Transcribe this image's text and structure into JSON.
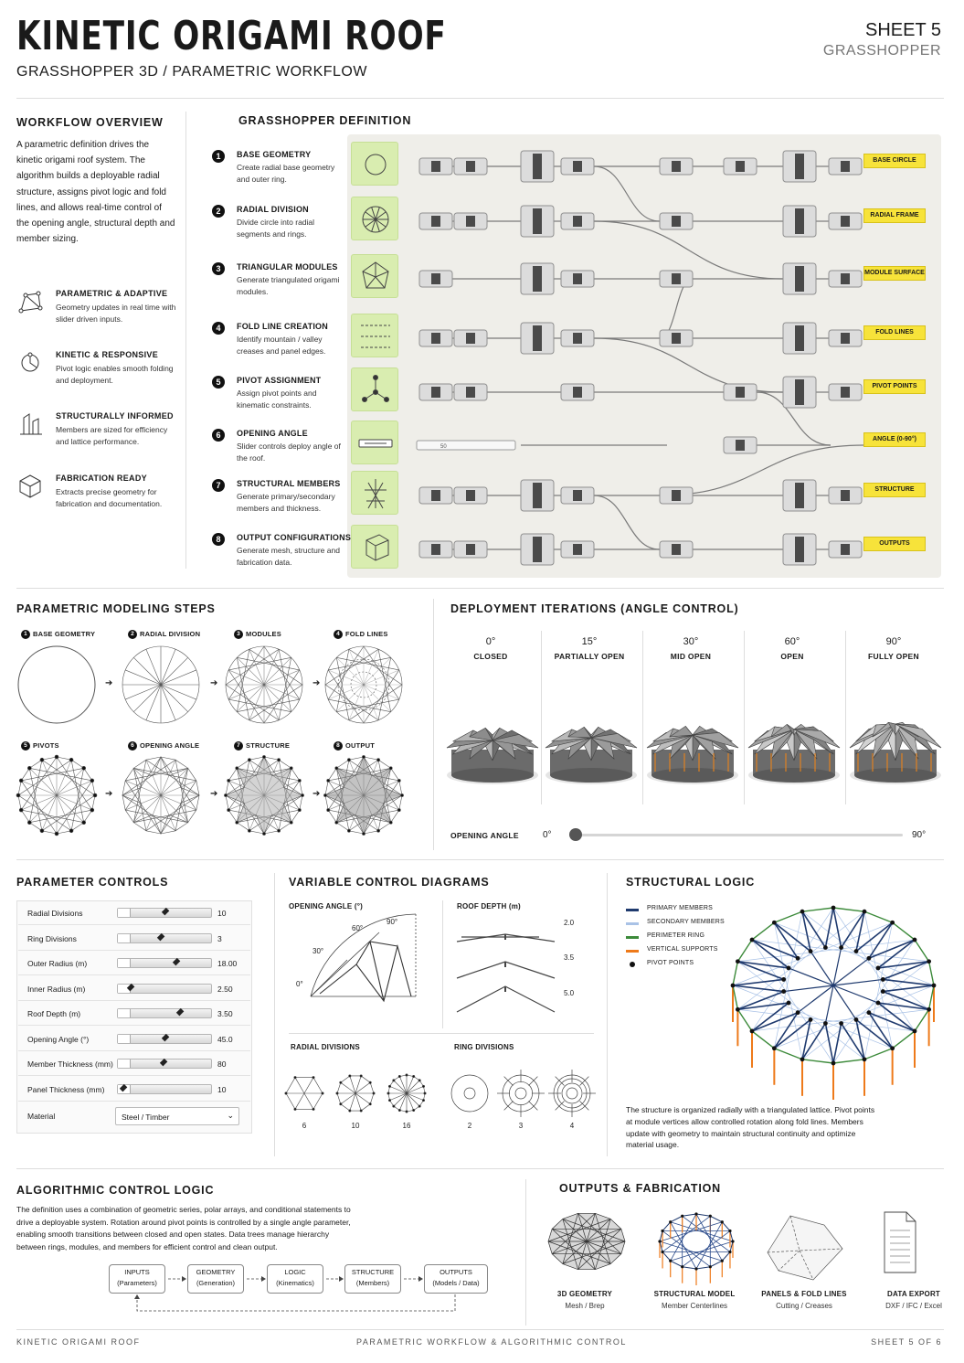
{
  "header": {
    "title": "KINETIC ORIGAMI ROOF",
    "subtitle": "GRASSHOPPER 3D / PARAMETRIC WORKFLOW",
    "sheet": "SHEET 5",
    "sheet_sub": "GRASSHOPPER"
  },
  "workflow": {
    "title": "WORKFLOW OVERVIEW",
    "intro": "A parametric definition drives the kinetic origami roof system. The algorithm builds a deployable radial structure, assigns pivot logic and fold lines, and allows real-time control of the opening angle, structural depth and member sizing.",
    "features": [
      {
        "title": "PARAMETRIC & ADAPTIVE",
        "desc": "Geometry updates in real time with slider driven inputs.",
        "icon": "parametric-icon"
      },
      {
        "title": "KINETIC & RESPONSIVE",
        "desc": "Pivot logic enables smooth folding and deployment.",
        "icon": "kinetic-icon"
      },
      {
        "title": "STRUCTURALLY INFORMED",
        "desc": "Members are sized for efficiency and lattice performance.",
        "icon": "structure-icon"
      },
      {
        "title": "FABRICATION READY",
        "desc": "Extracts precise geometry for fabrication and documentation.",
        "icon": "fabrication-icon"
      }
    ]
  },
  "gh": {
    "title": "GRASSHOPPER DEFINITION",
    "slider_value": "50",
    "steps": [
      {
        "num": "1",
        "title": "BASE GEOMETRY",
        "desc": "Create radial base geometry and outer ring.",
        "output": "BASE CIRCLE",
        "icon": "circle-icon"
      },
      {
        "num": "2",
        "title": "RADIAL DIVISION",
        "desc": "Divide circle into radial segments and rings.",
        "output": "RADIAL FRAME",
        "icon": "radial-icon"
      },
      {
        "num": "3",
        "title": "TRIANGULAR MODULES",
        "desc": "Generate triangulated origami modules.",
        "output": "MODULE SURFACE",
        "icon": "triangle-icon"
      },
      {
        "num": "4",
        "title": "FOLD LINE CREATION",
        "desc": "Identify mountain / valley creases and panel edges.",
        "output": "FOLD LINES",
        "icon": "fold-icon"
      },
      {
        "num": "5",
        "title": "PIVOT ASSIGNMENT",
        "desc": "Assign pivot points and kinematic constraints.",
        "output": "PIVOT POINTS",
        "icon": "pivot-icon"
      },
      {
        "num": "6",
        "title": "OPENING ANGLE",
        "desc": "Slider controls deploy angle of the roof.",
        "output": "ANGLE (0-90°)",
        "icon": "slider-icon"
      },
      {
        "num": "7",
        "title": "STRUCTURAL MEMBERS",
        "desc": "Generate primary/secondary members and thickness.",
        "output": "STRUCTURE",
        "icon": "member-icon"
      },
      {
        "num": "8",
        "title": "OUTPUT CONFIGURATIONS",
        "desc": "Generate mesh, structure and fabrication data.",
        "output": "OUTPUTS",
        "icon": "cube-icon"
      }
    ]
  },
  "modeling": {
    "title": "PARAMETRIC MODELING STEPS",
    "steps": [
      {
        "num": "1",
        "label": "BASE GEOMETRY"
      },
      {
        "num": "2",
        "label": "RADIAL DIVISION"
      },
      {
        "num": "3",
        "label": "MODULES"
      },
      {
        "num": "4",
        "label": "FOLD LINES"
      },
      {
        "num": "5",
        "label": "PIVOTS"
      },
      {
        "num": "6",
        "label": "OPENING ANGLE"
      },
      {
        "num": "7",
        "label": "STRUCTURE"
      },
      {
        "num": "8",
        "label": "OUTPUT"
      }
    ]
  },
  "deployment": {
    "title": "DEPLOYMENT ITERATIONS (ANGLE CONTROL)",
    "iterations": [
      {
        "angle": "0°",
        "label": "CLOSED",
        "openness": 0
      },
      {
        "angle": "15°",
        "label": "PARTIALLY OPEN",
        "openness": 0.17
      },
      {
        "angle": "30°",
        "label": "MID OPEN",
        "openness": 0.33
      },
      {
        "angle": "60°",
        "label": "OPEN",
        "openness": 0.67
      },
      {
        "angle": "90°",
        "label": "FULLY OPEN",
        "openness": 1
      }
    ],
    "slider_label": "OPENING ANGLE",
    "slider_min": "0°",
    "slider_max": "90°",
    "slider_value": 0
  },
  "params": {
    "title": "PARAMETER CONTROLS",
    "rows": [
      {
        "label": "Radial Divisions",
        "value": "10",
        "fraction": 0.5
      },
      {
        "label": "Ring Divisions",
        "value": "3",
        "fraction": 0.45
      },
      {
        "label": "Outer Radius (m)",
        "value": "18.00",
        "fraction": 0.62
      },
      {
        "label": "Inner Radius (m)",
        "value": "2.50",
        "fraction": 0.13
      },
      {
        "label": "Roof Depth (m)",
        "value": "3.50",
        "fraction": 0.66
      },
      {
        "label": "Opening Angle (°)",
        "value": "45.0",
        "fraction": 0.5
      },
      {
        "label": "Member Thickness (mm)",
        "value": "80",
        "fraction": 0.48
      },
      {
        "label": "Panel Thickness (mm)",
        "value": "10",
        "fraction": 0.05
      }
    ],
    "material_label": "Material",
    "material_value": "Steel / Timber"
  },
  "variable": {
    "title": "VARIABLE CONTROL DIAGRAMS",
    "opening_title": "OPENING ANGLE (°)",
    "opening_ticks": [
      "0°",
      "30°",
      "60°",
      "90°"
    ],
    "depth_title": "ROOF DEPTH (m)",
    "depth_values": [
      "2.0",
      "3.5",
      "5.0"
    ],
    "radial_title": "RADIAL DIVISIONS",
    "radial_values": [
      "6",
      "10",
      "16"
    ],
    "ring_title": "RING DIVISIONS",
    "ring_values": [
      "2",
      "3",
      "4"
    ]
  },
  "structural": {
    "title": "STRUCTURAL LOGIC",
    "legend": [
      {
        "label": "PRIMARY MEMBERS",
        "color": "#1f3a6e"
      },
      {
        "label": "SECONDARY MEMBERS",
        "color": "#a9c2e6"
      },
      {
        "label": "PERIMETER RING",
        "color": "#3c8a3a"
      },
      {
        "label": "VERTICAL SUPPORTS",
        "color": "#ee7a1a"
      },
      {
        "label": "PIVOT POINTS",
        "color": "#111111"
      }
    ],
    "desc": "The structure is organized radially with a triangulated lattice. Pivot points at module vertices allow controlled rotation along fold lines. Members update with geometry to maintain structural continuity and optimize material usage."
  },
  "algorithmic": {
    "title": "ALGORITHMIC CONTROL LOGIC",
    "desc": "The definition uses a combination of geometric series, polar arrays, and conditional statements to drive a deployable system. Rotation around pivot points is controlled by a single angle parameter, enabling smooth transitions between closed and open states. Data trees manage hierarchy between rings, modules, and members for efficient control and clean output.",
    "flow": [
      {
        "title": "INPUTS",
        "sub": "(Parameters)"
      },
      {
        "title": "GEOMETRY",
        "sub": "(Generation)"
      },
      {
        "title": "LOGIC",
        "sub": "(Kinematics)"
      },
      {
        "title": "STRUCTURE",
        "sub": "(Members)"
      },
      {
        "title": "OUTPUTS",
        "sub": "(Models / Data)"
      }
    ]
  },
  "outputs": {
    "title": "OUTPUTS & FABRICATION",
    "items": [
      {
        "title": "3D GEOMETRY",
        "sub": "Mesh / Brep"
      },
      {
        "title": "STRUCTURAL MODEL",
        "sub": "Member Centerlines"
      },
      {
        "title": "PANELS & FOLD LINES",
        "sub": "Cutting / Creases"
      },
      {
        "title": "DATA EXPORT",
        "sub": "DXF / IFC / Excel"
      }
    ]
  },
  "footer": {
    "left": "KINETIC ORIGAMI ROOF",
    "center": "PARAMETRIC WORKFLOW & ALGORITHMIC CONTROL",
    "right": "SHEET 5 OF 6"
  }
}
